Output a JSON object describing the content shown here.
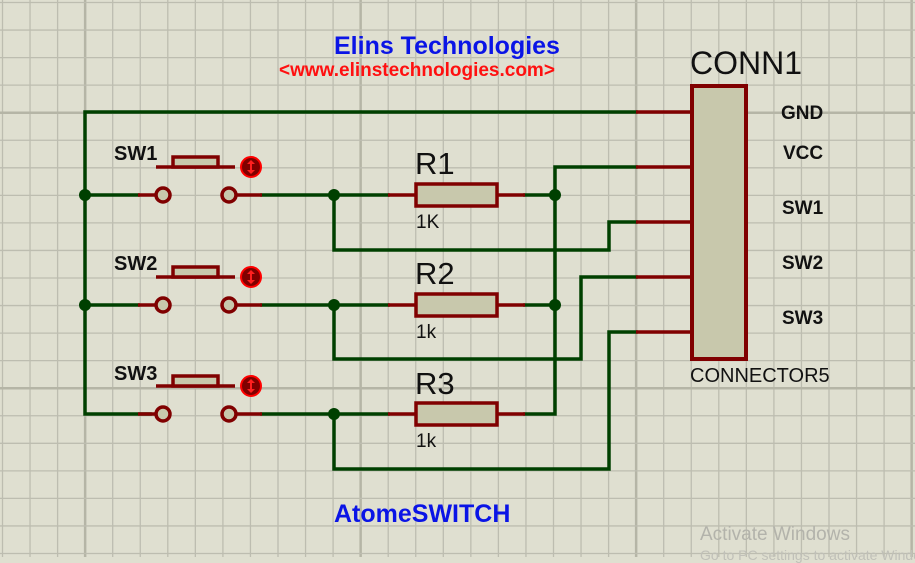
{
  "header": {
    "title": "Elins Technologies",
    "url": "<www.elinstechnologies.com>"
  },
  "colors": {
    "background": "#dfdfd0",
    "grid": "#bdbdb0",
    "wire": "#004000",
    "component": "#800000",
    "body_fill": "#c8c8ac",
    "title_blue": "#0a14e6",
    "url_red": "#ff1010",
    "indicator_red": "#ff0000"
  },
  "switches": [
    {
      "ref": "SW1",
      "icon": "push-button-icon",
      "indicator": "state-indicator-icon"
    },
    {
      "ref": "SW2",
      "icon": "push-button-icon",
      "indicator": "state-indicator-icon"
    },
    {
      "ref": "SW3",
      "icon": "push-button-icon",
      "indicator": "state-indicator-icon"
    }
  ],
  "resistors": [
    {
      "ref": "R1",
      "value": "1K"
    },
    {
      "ref": "R2",
      "value": "1k"
    },
    {
      "ref": "R3",
      "value": "1k"
    }
  ],
  "connector": {
    "ref": "CONN1",
    "type": "CONNECTOR5",
    "pins": [
      "GND",
      "VCC",
      "SW1",
      "SW2",
      "SW3"
    ]
  },
  "footer": {
    "label": "AtomeSWITCH"
  },
  "watermark": {
    "line1": "Activate Windows",
    "line2": "Go to PC settings to activate Windows."
  }
}
